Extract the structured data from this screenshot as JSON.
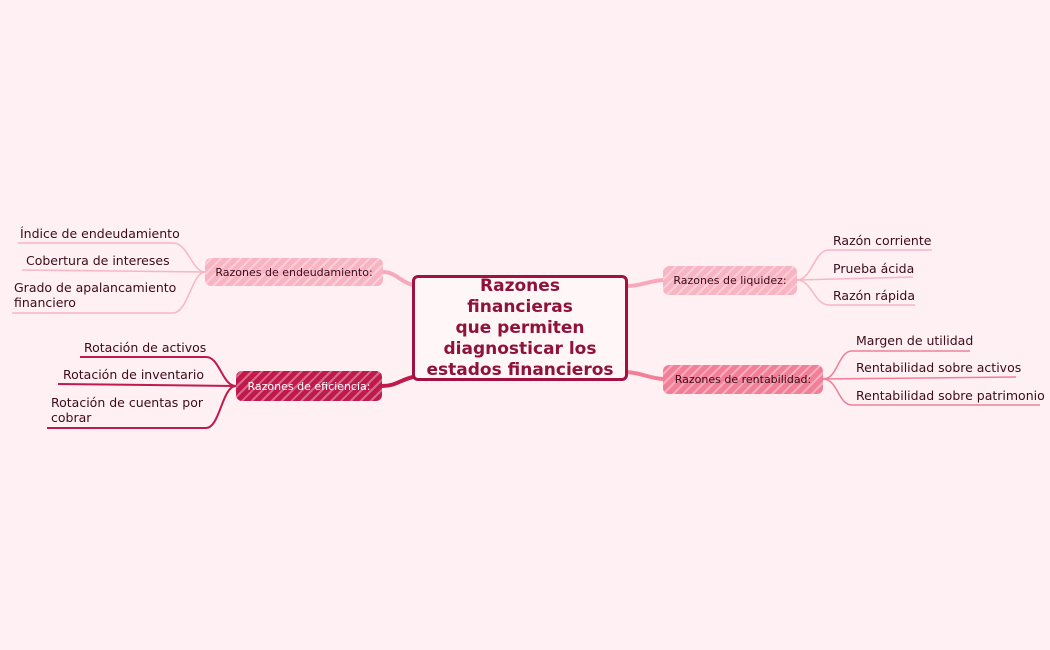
{
  "central_topic": {
    "lines": [
      "Razones financieras",
      "que permiten",
      "diagnosticar los",
      "estados financieros"
    ]
  },
  "branches": {
    "endeudamiento": {
      "label": "Razones de endeudamiento:",
      "items": [
        "Índice de endeudamiento",
        "Cobertura de intereses",
        "Grado de apalancamiento",
        "financiero"
      ]
    },
    "eficiencia": {
      "label": "Razones de eficiencia:",
      "items": [
        "Rotación de activos",
        "Rotación de inventario",
        "Rotación de cuentas por",
        "cobrar"
      ]
    },
    "liquidez": {
      "label": "Razones de liquidez:",
      "items": [
        "Razón corriente",
        "Prueba ácida",
        "Razón rápida"
      ]
    },
    "rentabilidad": {
      "label": "Razones de rentabilidad:",
      "items": [
        "Margen de utilidad",
        "Rentabilidad sobre activos",
        "Rentabilidad sobre patrimonio"
      ]
    }
  },
  "colors": {
    "background": "#fff0f3",
    "central_border": "#a3123e",
    "endeudamiento": "#f9b4c3",
    "eficiencia": "#c01a4d",
    "liquidez": "#f9b4c3",
    "rentabilidad": "#f27f98"
  }
}
